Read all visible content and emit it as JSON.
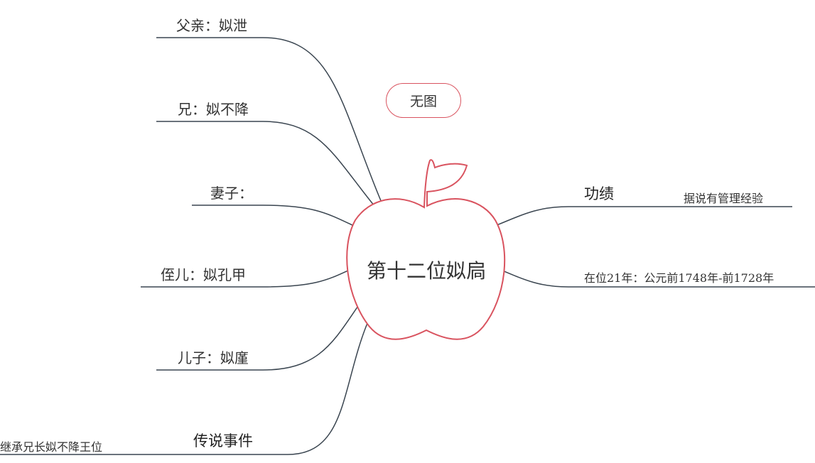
{
  "central": {
    "title": "第十二位姒扃"
  },
  "floating": {
    "label": "无图"
  },
  "left_branches": [
    {
      "label": "父亲：姒泄"
    },
    {
      "label": "兄：姒不降"
    },
    {
      "label": "妻子："
    },
    {
      "label": "侄儿：姒孔甲"
    },
    {
      "label": "儿子：姒廑"
    },
    {
      "label": "传说事件",
      "child": "继承兄长姒不降王位"
    }
  ],
  "right_branches": [
    {
      "label": "功绩",
      "child": "据说有管理经验"
    },
    {
      "label": "在位21年：公元前1748年-前1728年"
    }
  ],
  "colors": {
    "line": "#3a4550",
    "apple": "#d9535f"
  }
}
